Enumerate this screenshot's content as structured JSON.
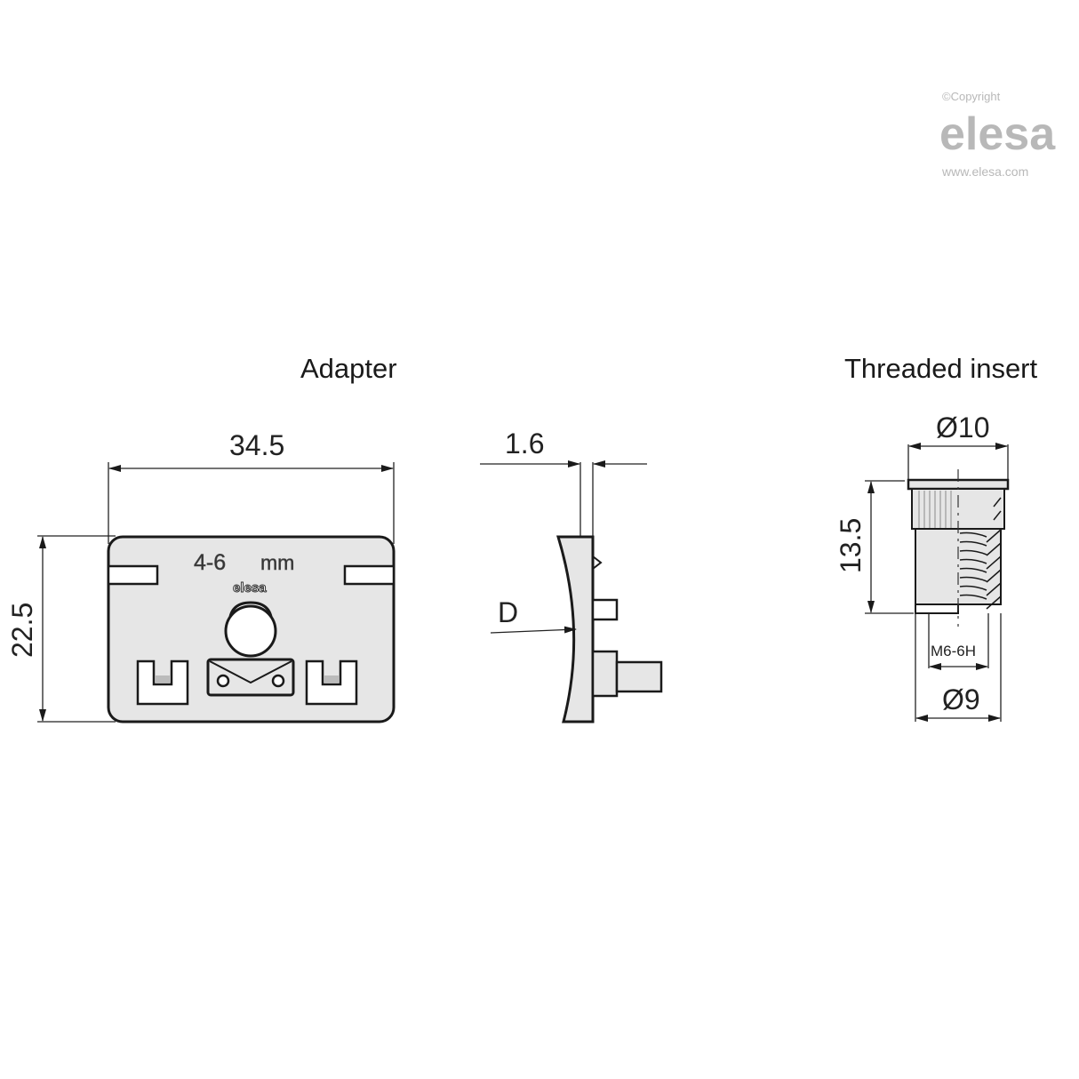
{
  "watermark": {
    "copyright": "©Copyright",
    "brand": "elesa",
    "url": "www.elesa.com"
  },
  "adapter": {
    "title": "Adapter",
    "width_dim": "34.5",
    "height_dim": "22.5",
    "marking_range": "4-6",
    "marking_unit": "mm",
    "marking_brand": "elesa"
  },
  "side_view": {
    "thickness_dim": "1.6",
    "diameter_label": "D"
  },
  "threaded_insert": {
    "title": "Threaded insert",
    "head_diameter": "Ø10",
    "length_dim": "13.5",
    "thread": "M6-6H",
    "body_diameter": "Ø9"
  },
  "colors": {
    "line": "#1a1a1a",
    "fill": "#e6e6e6",
    "watermark": "#b8b8b8"
  }
}
